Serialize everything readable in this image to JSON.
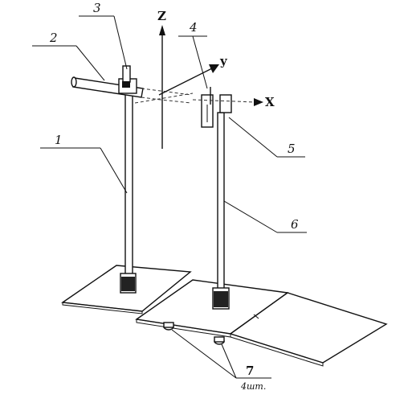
{
  "axes": {
    "z": "Z",
    "y": "y",
    "x": "X"
  },
  "callouts": {
    "c1": "1",
    "c2": "2",
    "c3": "3",
    "c4": "4",
    "c5": "5",
    "c6": "6",
    "c7": "7",
    "c7_note": "4шт."
  }
}
